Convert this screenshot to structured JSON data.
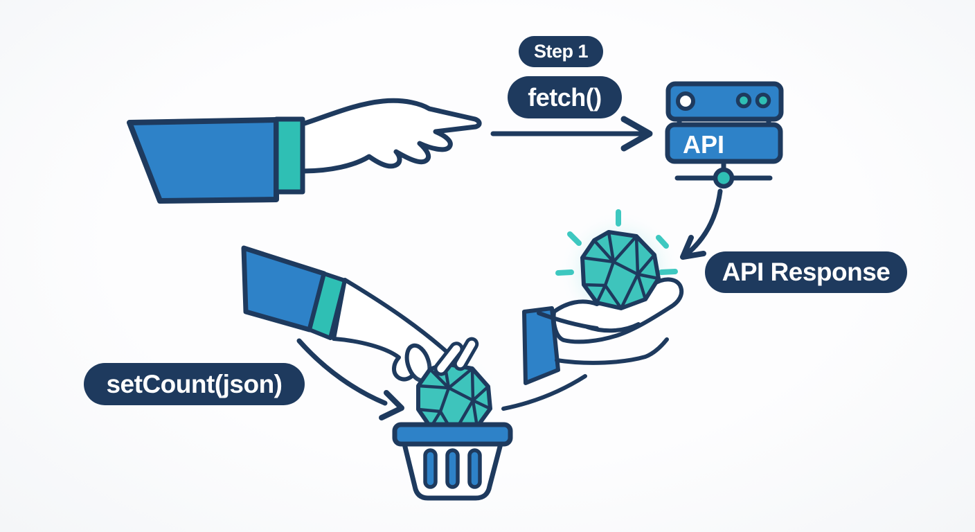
{
  "labels": {
    "step_badge": "Step 1",
    "fetch_call": "fetch()",
    "api_server": "API",
    "api_response": "API Response",
    "set_count_call": "setCount(json)"
  },
  "icons": {
    "pointing_hand": "hand-pointing-right-icon",
    "api_server": "server-stack-icon",
    "response_gem": "faceted-gem-icon",
    "receiving_hand": "open-palm-hand-icon",
    "dropping_hand": "hand-dropping-gem-icon",
    "basket": "basket-icon",
    "arrows": [
      "straight-right-arrow",
      "curved-down-arrow",
      "curved-handoff-line",
      "curved-drop-arrow"
    ]
  },
  "colors": {
    "navy": "#1e3a5e",
    "blue": "#2e82c8",
    "teal": "#2fbfb4",
    "gem_teal": "#3ec4bc",
    "glow": "#8fe2e2",
    "background": "#fbfcfd",
    "label_text": "#ffffff"
  }
}
